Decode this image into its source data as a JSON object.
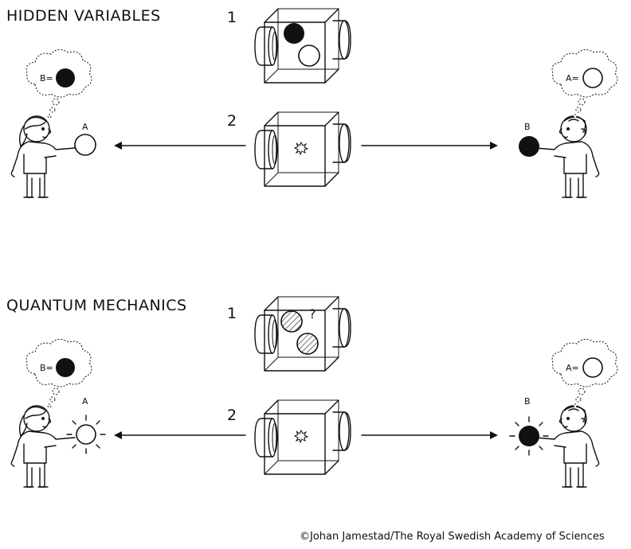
{
  "sections": [
    {
      "title": "HIDDEN VARIABLES",
      "step1": "1",
      "step2": "2",
      "left_thought": "B=",
      "right_thought": "A=",
      "left_ball_label": "A",
      "right_ball_label": "B",
      "box_question": ""
    },
    {
      "title": "QUANTUM MECHANICS",
      "step1": "1",
      "step2": "2",
      "left_thought": "B=",
      "right_thought": "A=",
      "left_ball_label": "A",
      "right_ball_label": "B",
      "box_question": "?"
    }
  ],
  "credit": "©Johan Jamestad/The Royal Swedish Academy of Sciences"
}
